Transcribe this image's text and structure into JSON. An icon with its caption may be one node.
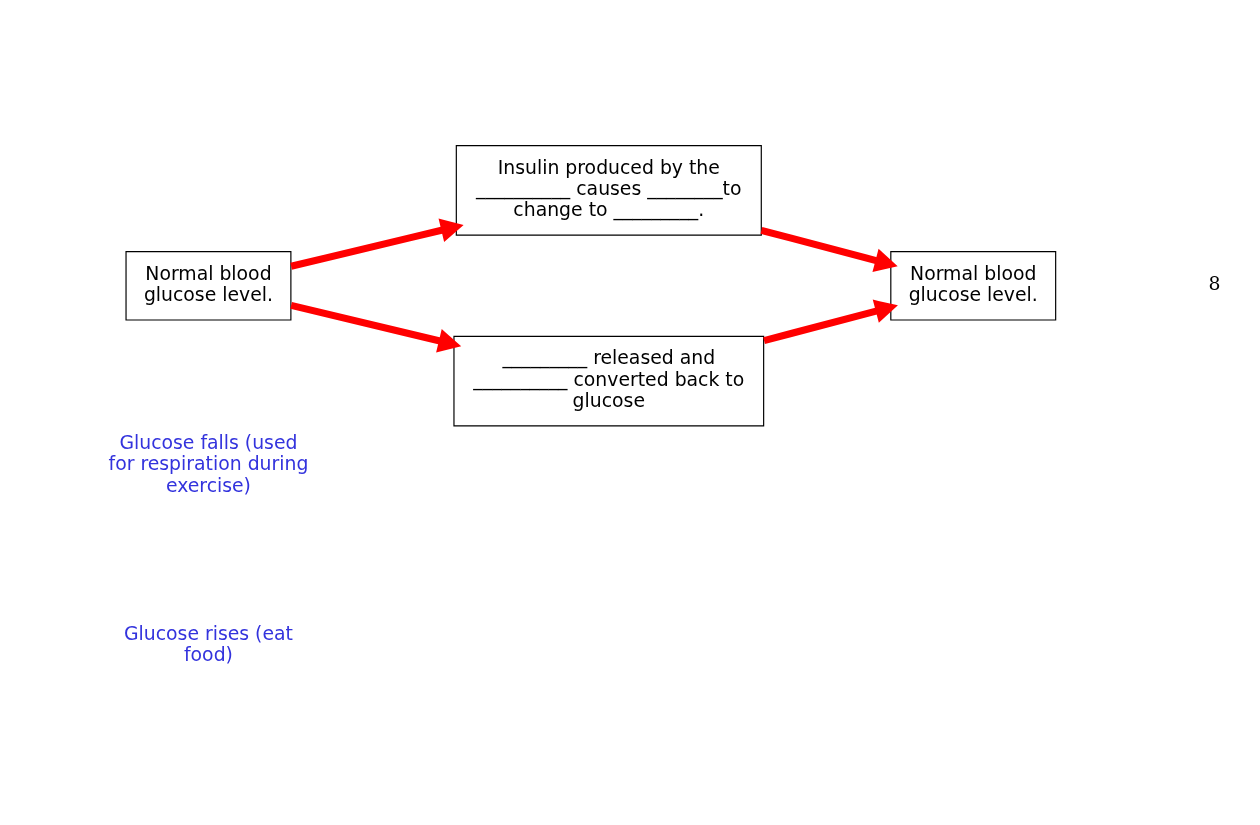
{
  "diagram": {
    "nodes": [
      {
        "text": [
          "Normal blood glucose level."
        ]
      },
      {
        "text": [
          "Insulin produced by the __________ causes ________to change to _________."
        ]
      },
      {
        "text": [
          "Normal blood glucose level."
        ]
      },
      {
        "text": [
          "_________ released and __________ converted back to glucose"
        ]
      }
    ],
    "edges": [
      {
        "from": 0,
        "to": 1,
        "arrow": "to"
      },
      {
        "from": 1,
        "to": 2,
        "arrow": "to"
      },
      {
        "from": 0,
        "to": 3,
        "arrow": "to"
      },
      {
        "from": 3,
        "to": 2,
        "arrow": "to"
      }
    ],
    "labels": [
      "Glucose rises (eat food)",
      "Glucose falls (used for respiration during exercise)",
      "8"
    ]
  }
}
